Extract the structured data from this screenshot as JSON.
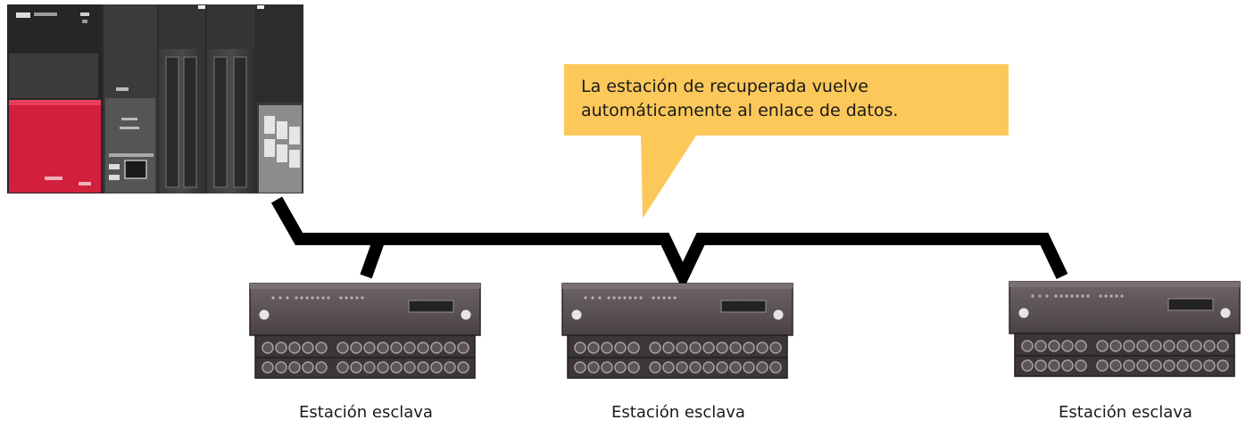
{
  "callout": {
    "line1": "La estación de recuperada vuelve",
    "line2": "automáticamente al enlace de datos.",
    "fill_color": "#fcc85a"
  },
  "plc": {
    "body_color": "#2b2b2b",
    "accent_color": "#d21f3c"
  },
  "stations": [
    {
      "label": "Estación esclava"
    },
    {
      "label": "Estación esclava"
    },
    {
      "label": "Estación esclava"
    }
  ],
  "cable_color": "#000000"
}
